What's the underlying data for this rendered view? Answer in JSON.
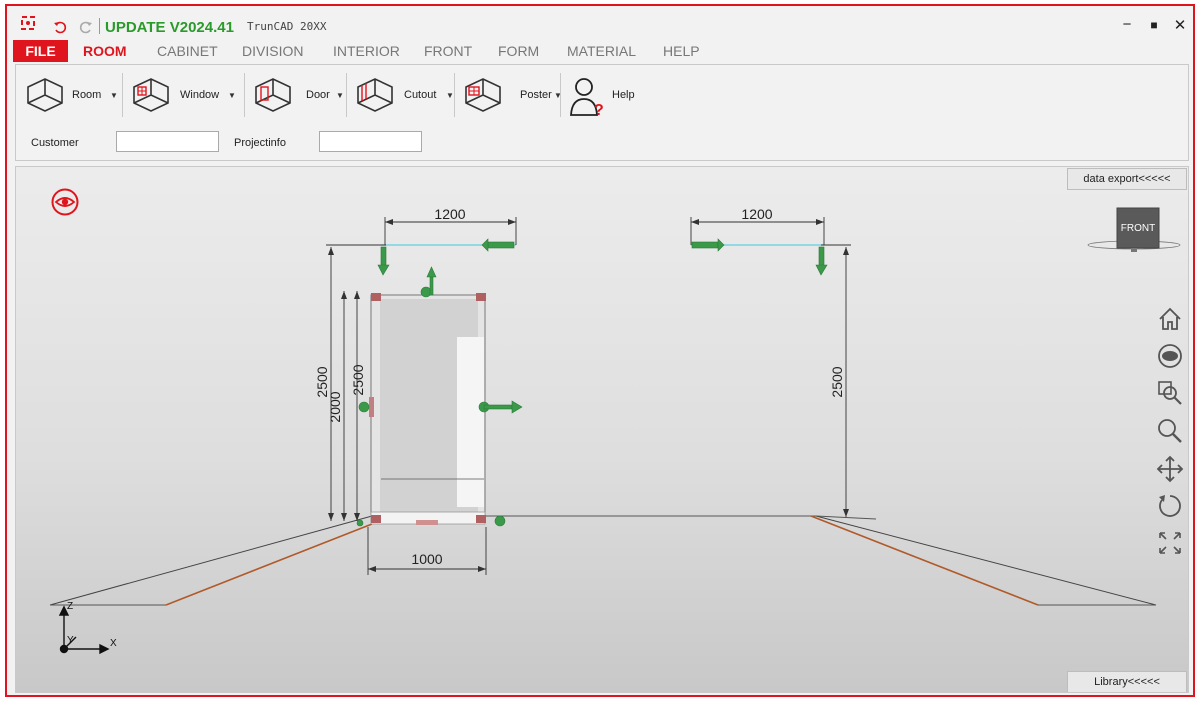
{
  "titlebar": {
    "app_title": "UPDATE V2024.41",
    "app_subtitle": "TrunCAD 20XX",
    "minimize": "−",
    "maximize": "■",
    "close": "✕"
  },
  "menu": {
    "file": "FILE",
    "items": [
      "ROOM",
      "CABINET",
      "DIVISION",
      "INTERIOR",
      "FRONT",
      "FORM",
      "MATERIAL",
      "HELP"
    ]
  },
  "ribbon": {
    "buttons": [
      {
        "label": "Room",
        "icon": "room-icon"
      },
      {
        "label": "Window",
        "icon": "window-icon"
      },
      {
        "label": "Door",
        "icon": "door-icon"
      },
      {
        "label": "Cutout",
        "icon": "cutout-icon"
      },
      {
        "label": "Poster",
        "icon": "poster-icon"
      },
      {
        "label": "Help",
        "icon": "help-icon"
      }
    ],
    "customer_label": "Customer",
    "customer_value": "",
    "projectinfo_label": "Projectinfo",
    "projectinfo_value": ""
  },
  "viewport": {
    "data_export": "data export<<<<<",
    "library": "Library<<<<<",
    "view_cube": "FRONT",
    "dimensions": {
      "width_left": "1200",
      "width_right": "1200",
      "height_outer": "2500",
      "height_door_frame": "2000",
      "height_inner": "2500",
      "height_right": "2500",
      "door_width": "1000"
    },
    "axes": {
      "z": "Z",
      "y": "Y",
      "x": "X"
    }
  },
  "colors": {
    "accent_red": "#e0141c",
    "title_green": "#2a9a2a",
    "gizmo_green": "#3a9a4a",
    "floor_line": "#b05a2a",
    "guide_cyan": "#5fd0e0"
  }
}
